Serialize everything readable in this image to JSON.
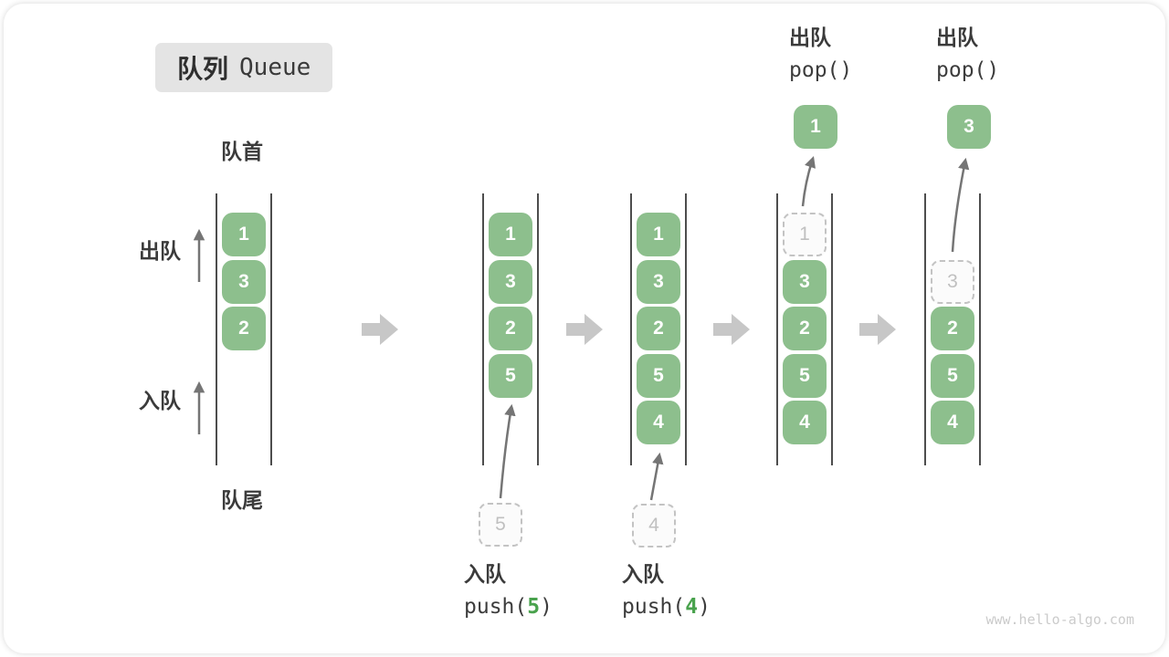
{
  "title": {
    "zh": "队列",
    "en": "Queue"
  },
  "side_labels": {
    "front": "队首",
    "rear": "队尾",
    "dequeue": "出队",
    "enqueue": "入队"
  },
  "operations": {
    "enqueue1": {
      "label": "入队",
      "code": [
        "push(",
        "5",
        ")"
      ]
    },
    "enqueue2": {
      "label": "入队",
      "code": [
        "push(",
        "4",
        ")"
      ]
    },
    "dequeue1": {
      "label": "出队",
      "code": "pop()"
    },
    "dequeue2": {
      "label": "出队",
      "code": "pop()"
    }
  },
  "states": [
    {
      "name": "initial",
      "cells": [
        "1",
        "3",
        "2"
      ]
    },
    {
      "name": "after-push-5",
      "cells": [
        "1",
        "3",
        "2",
        "5"
      ],
      "incoming": "5"
    },
    {
      "name": "after-push-4",
      "cells": [
        "1",
        "3",
        "2",
        "5",
        "4"
      ],
      "incoming": "4"
    },
    {
      "name": "after-pop-1",
      "cells": [
        "3",
        "2",
        "5",
        "4"
      ],
      "removed": "1",
      "popped": "1"
    },
    {
      "name": "after-pop-3",
      "cells": [
        "2",
        "5",
        "4"
      ],
      "removed": "3",
      "popped": "3"
    }
  ],
  "colors": {
    "cell_green": "#8dbf8d",
    "code_green": "#49a24d",
    "block_arrow_gray": "#c7c7c7",
    "line_arrow_gray": "#757575",
    "wall_dark": "#4d4d4d",
    "badge_gray": "#e4e4e4",
    "ghost_border": "#c3c3c3",
    "text_dark": "#3b3b3b"
  },
  "watermark": "www.hello-algo.com"
}
